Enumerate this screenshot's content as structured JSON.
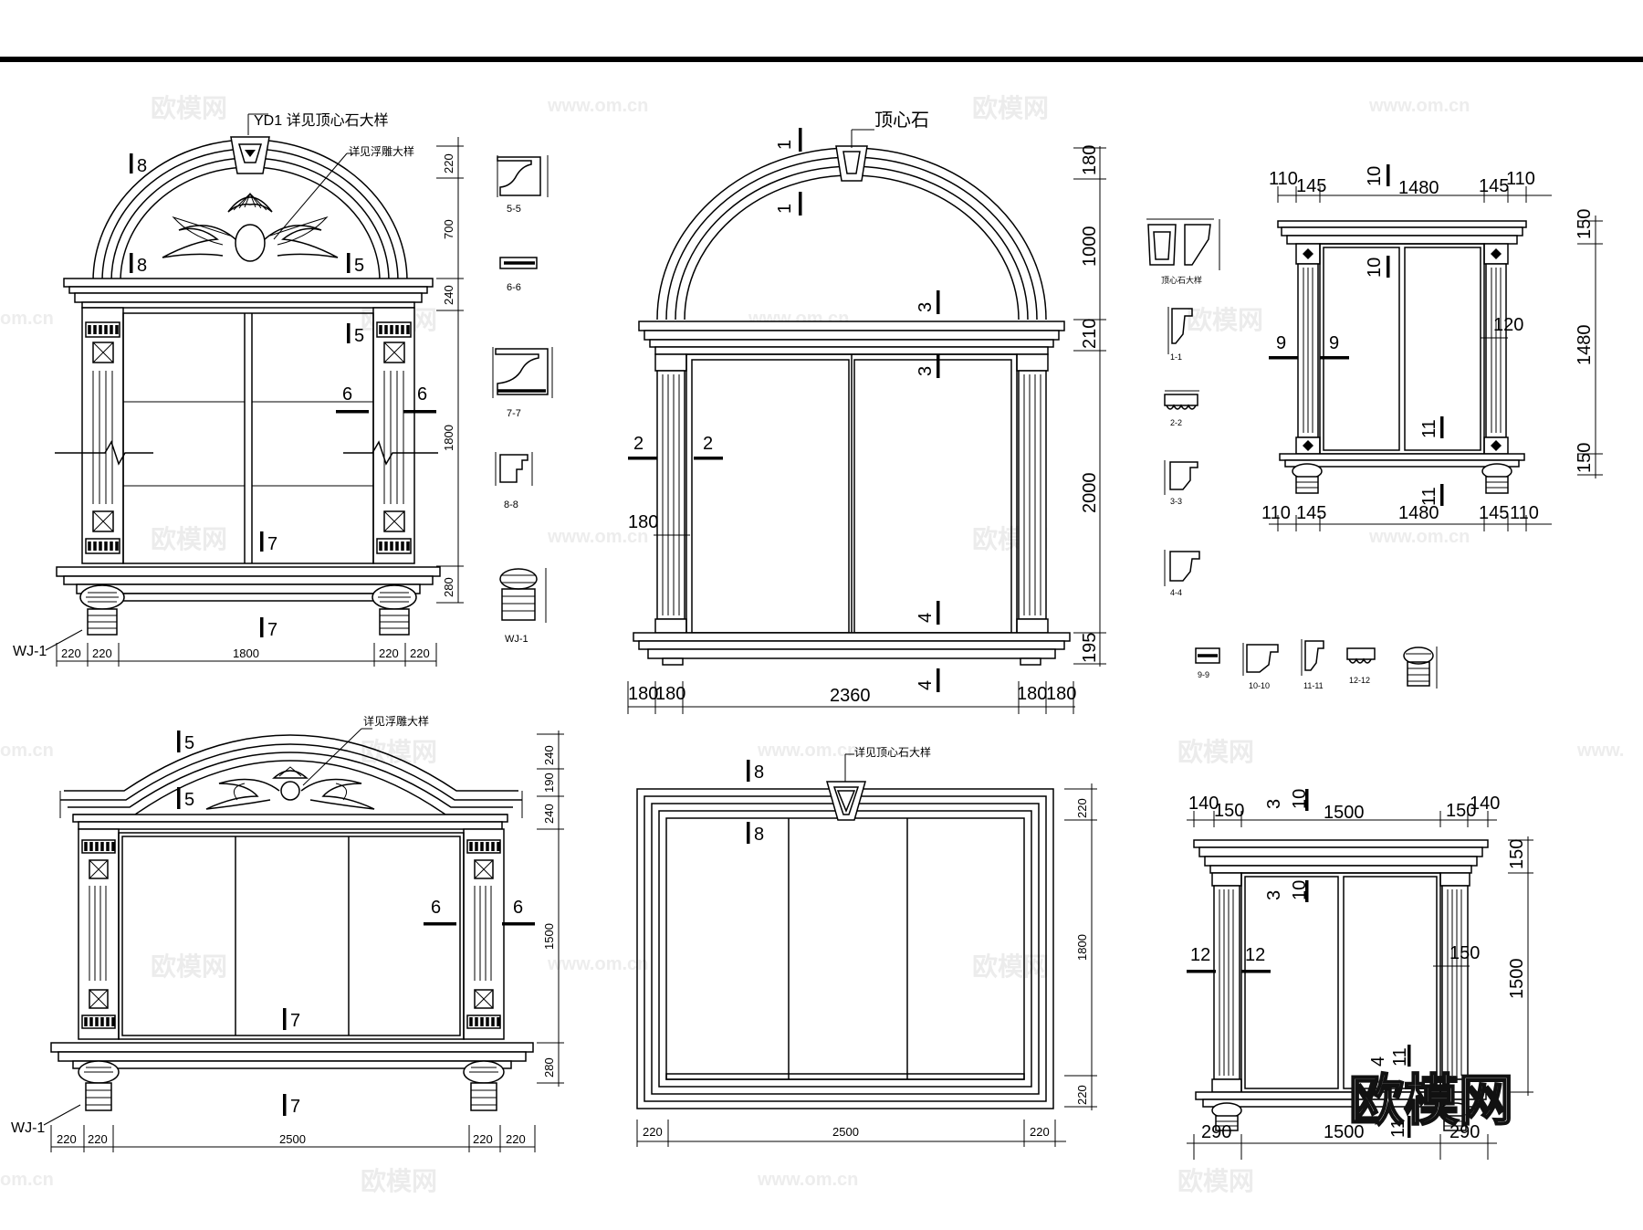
{
  "labels": {
    "keystone_title": "顶心石",
    "ref_keystone": "YD1 详见顶心石大样",
    "ref_relief_a": "详见浮雕大样",
    "ref_relief_b": "详见浮雕大样",
    "ref_keystone_b": "详见顶心石大样",
    "wj_a": "WJ-1",
    "wj_b": "WJ-1",
    "wj_detail": "WJ-1",
    "keystone_detail": "顶心石大样"
  },
  "sections": {
    "s55": "5-5",
    "s66": "6-6",
    "s77": "7-7",
    "s88": "8-8",
    "s11": "1-1",
    "s22": "2-2",
    "s33": "3-3",
    "s44": "4-4",
    "s99": "9-9",
    "s1010": "10-10",
    "s1111": "11-11",
    "s1212": "12-12"
  },
  "win_a": {
    "v1": "220",
    "v2": "700",
    "v3": "240",
    "v4": "1800",
    "v5": "280",
    "h1": "220",
    "h2": "220",
    "h3": "1800",
    "h4": "220",
    "h5": "220"
  },
  "win_b": {
    "v1": "180",
    "v2": "1000",
    "v3": "210",
    "v4": "2000",
    "v5": "195",
    "h1": "180",
    "h2": "180",
    "h3": "2360",
    "h4": "180",
    "h5": "180",
    "pil": "180"
  },
  "win_c": {
    "t1": "110",
    "t2": "145",
    "t3": "1480",
    "t4": "145",
    "t5": "110",
    "b1": "110",
    "b2": "145",
    "b3": "1480",
    "b4": "145",
    "b5": "110",
    "v1": "150",
    "v2": "1480",
    "v3": "150",
    "pil": "120"
  },
  "win_d": {
    "v1": "240",
    "v2": "190",
    "v3": "240",
    "v4": "1500",
    "v5": "280",
    "h1": "220",
    "h2": "220",
    "h3": "2500",
    "h4": "220",
    "h5": "220"
  },
  "win_e": {
    "v1": "220",
    "v2": "1800",
    "v3": "220",
    "h1": "220",
    "h2": "2500",
    "h3": "220"
  },
  "win_f": {
    "t1": "140",
    "t2": "150",
    "t3": "1500",
    "t4": "150",
    "t5": "140",
    "b1": "290",
    "b2": "1500",
    "b3": "290",
    "v1": "150",
    "v2": "1500",
    "pil": "150"
  },
  "marks": {
    "n1": "1",
    "n2": "2",
    "n3": "3",
    "n4": "4",
    "n5": "5",
    "n6": "6",
    "n7": "7",
    "n8": "8",
    "n9": "9",
    "n10": "10",
    "n11": "11",
    "n12": "12"
  },
  "watermark": {
    "cn": "欧模网",
    "url": "www.om.cn",
    "dotcn": "om.cn",
    "trail": "www."
  }
}
